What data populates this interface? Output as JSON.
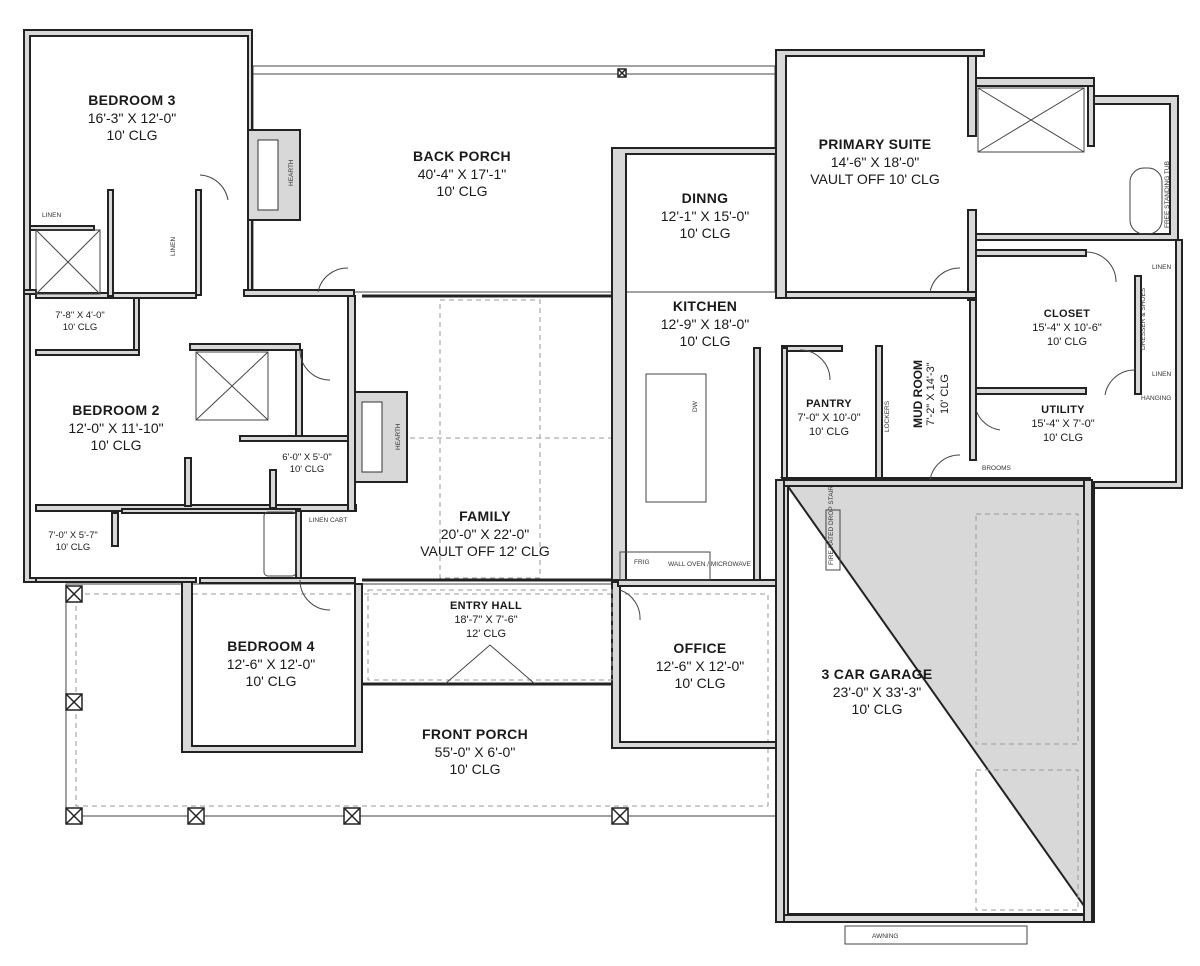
{
  "rooms": {
    "bedroom3": {
      "name": "BEDROOM 3",
      "dims": "16'-3\" X 12'-0\"",
      "clg": "10' CLG"
    },
    "back_porch": {
      "name": "BACK PORCH",
      "dims": "40'-4\" X 17'-1\"",
      "clg": "10' CLG"
    },
    "dinning": {
      "name": "DINNG",
      "dims": "12'-1\" X 15'-0\"",
      "clg": "10' CLG"
    },
    "primary_suite": {
      "name": "PRIMARY SUITE",
      "dims": "14'-6\" X 18'-0\"",
      "clg": "VAULT OFF 10' CLG"
    },
    "kitchen": {
      "name": "KITCHEN",
      "dims": "12'-9\" X 18'-0\"",
      "clg": "10' CLG"
    },
    "closet": {
      "name": "CLOSET",
      "dims": "15'-4\" X 10'-6\"",
      "clg": "10' CLG"
    },
    "bedroom2": {
      "name": "BEDROOM 2",
      "dims": "12'-0\" X 11'-10\"",
      "clg": "10' CLG"
    },
    "pantry": {
      "name": "PANTRY",
      "dims": "7'-0\" X 10'-0\"",
      "clg": "10' CLG"
    },
    "mud_room": {
      "name": "MUD ROOM",
      "dims": "7'-2\" X 14'-3\"",
      "clg": "10' CLG"
    },
    "utility": {
      "name": "UTILITY",
      "dims": "15'-4\" X 7'-0\"",
      "clg": "10' CLG"
    },
    "family": {
      "name": "FAMILY",
      "dims": "20'-0\" X 22'-0\"",
      "clg": "VAULT OFF 12' CLG"
    },
    "entry_hall": {
      "name": "ENTRY HALL",
      "dims": "18'-7\" X 7'-6\"",
      "clg": "12' CLG"
    },
    "office": {
      "name": "OFFICE",
      "dims": "12'-6\" X 12'-0\"",
      "clg": "10' CLG"
    },
    "garage": {
      "name": "3 CAR GARAGE",
      "dims": "23'-0\" X 33'-3\"",
      "clg": "10' CLG"
    },
    "bedroom4": {
      "name": "BEDROOM 4",
      "dims": "12'-6\" X 12'-0\"",
      "clg": "10' CLG"
    },
    "front_porch": {
      "name": "FRONT PORCH",
      "dims": "55'-0\" X 6'-0\"",
      "clg": "10' CLG"
    },
    "bath3": {
      "dims": "7'-8\" X 4'-0\"",
      "clg": "10' CLG"
    },
    "bath2": {
      "dims": "6'-0\" X 5'-0\"",
      "clg": "10' CLG"
    },
    "bath4": {
      "dims": "7'-0\" X 5'-7\"",
      "clg": "10' CLG"
    }
  },
  "tags": {
    "linen": "LINEN",
    "linen_cabt": "LINEN CABT",
    "hearth": "HEARTH",
    "lockers": "LOCKERS",
    "hanging": "HANGING",
    "brooms": "BROOMS",
    "dresser": "DRESSER & SHOES",
    "awning": "AWNING",
    "frig": "FRIG",
    "wall_oven": "WALL OVEN / MICROWAVE",
    "dw": "DW",
    "free_standing_tub": "FREE STANDING TUB",
    "fire_rated_stair": "FIRE RATED DROP STAIR"
  }
}
